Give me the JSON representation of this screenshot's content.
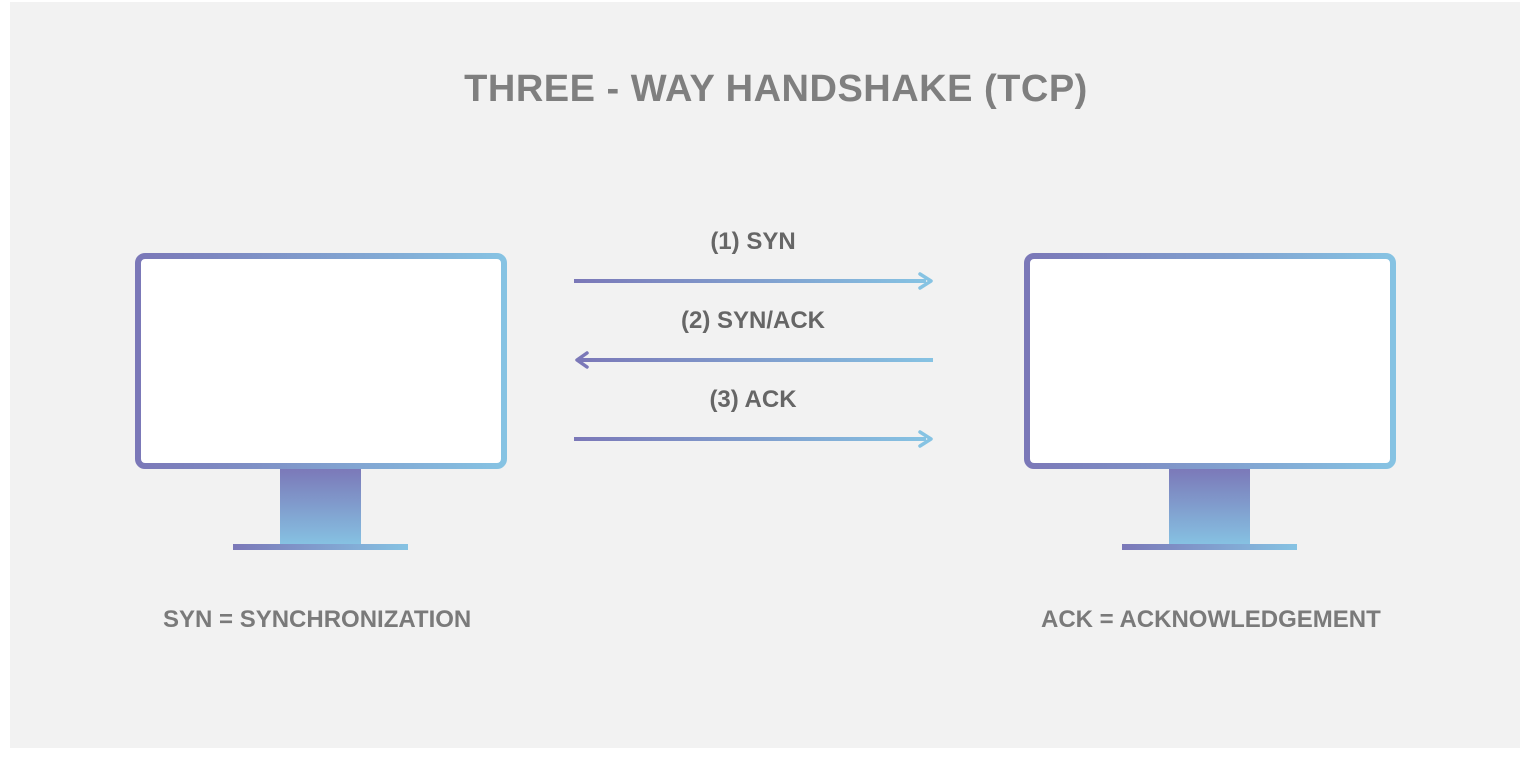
{
  "diagram": {
    "title": "THREE - WAY HANDSHAKE (TCP)",
    "steps": [
      {
        "label": "(1) SYN",
        "direction": "right"
      },
      {
        "label": "(2) SYN/ACK",
        "direction": "left"
      },
      {
        "label": "(3) ACK",
        "direction": "right"
      }
    ],
    "left_caption": "SYN = SYNCHRONIZATION",
    "right_caption": "ACK = ACKNOWLEDGEMENT"
  },
  "colors": {
    "background": "#f2f2f2",
    "gradient_start": "#7b78b8",
    "gradient_end": "#86c3e3",
    "text": "#7f7f7f",
    "screen": "#ffffff"
  }
}
